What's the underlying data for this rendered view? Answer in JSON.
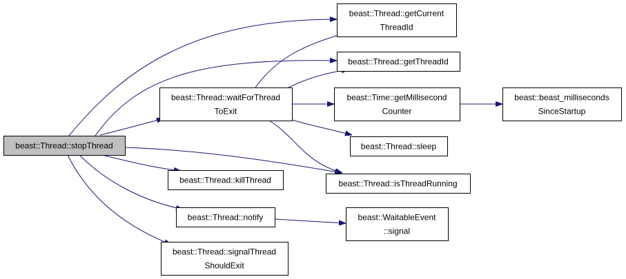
{
  "diagram": {
    "type": "call-graph",
    "colors": {
      "edge": "#191970",
      "root_fill": "#bfbfbf",
      "node_fill": "#ffffff",
      "node_border": "#000000"
    },
    "nodes": [
      {
        "id": "stopThread",
        "lines": [
          "beast::Thread::stopThread"
        ],
        "root": true
      },
      {
        "id": "getCurrentThreadId",
        "lines": [
          "beast::Thread::getCurrent",
          "ThreadId"
        ]
      },
      {
        "id": "getThreadId",
        "lines": [
          "beast::Thread::getThreadId"
        ]
      },
      {
        "id": "waitForThreadToExit",
        "lines": [
          "beast::Thread::waitForThread",
          "ToExit"
        ]
      },
      {
        "id": "getMillisecondCounter",
        "lines": [
          "beast::Time::getMillisecond",
          "Counter"
        ]
      },
      {
        "id": "beast_millisecondsSinceStartup",
        "lines": [
          "beast::beast_milliseconds",
          "SinceStartup"
        ]
      },
      {
        "id": "sleep",
        "lines": [
          "beast::Thread::sleep"
        ]
      },
      {
        "id": "killThread",
        "lines": [
          "beast::Thread::killThread"
        ]
      },
      {
        "id": "isThreadRunning",
        "lines": [
          "beast::Thread::isThreadRunning"
        ]
      },
      {
        "id": "notify",
        "lines": [
          "beast::Thread::notify"
        ]
      },
      {
        "id": "signal",
        "lines": [
          "beast::WaitableEvent",
          "::signal"
        ]
      },
      {
        "id": "signalThreadShouldExit",
        "lines": [
          "beast::Thread::signalThread",
          "ShouldExit"
        ]
      }
    ],
    "edges": [
      {
        "from": "stopThread",
        "to": "getCurrentThreadId"
      },
      {
        "from": "stopThread",
        "to": "getThreadId"
      },
      {
        "from": "stopThread",
        "to": "waitForThreadToExit"
      },
      {
        "from": "stopThread",
        "to": "isThreadRunning"
      },
      {
        "from": "stopThread",
        "to": "killThread"
      },
      {
        "from": "stopThread",
        "to": "notify"
      },
      {
        "from": "stopThread",
        "to": "signalThreadShouldExit"
      },
      {
        "from": "waitForThreadToExit",
        "to": "getCurrentThreadId"
      },
      {
        "from": "waitForThreadToExit",
        "to": "getThreadId"
      },
      {
        "from": "waitForThreadToExit",
        "to": "getMillisecondCounter"
      },
      {
        "from": "waitForThreadToExit",
        "to": "sleep"
      },
      {
        "from": "waitForThreadToExit",
        "to": "isThreadRunning"
      },
      {
        "from": "getMillisecondCounter",
        "to": "beast_millisecondsSinceStartup"
      },
      {
        "from": "notify",
        "to": "signal"
      }
    ]
  }
}
